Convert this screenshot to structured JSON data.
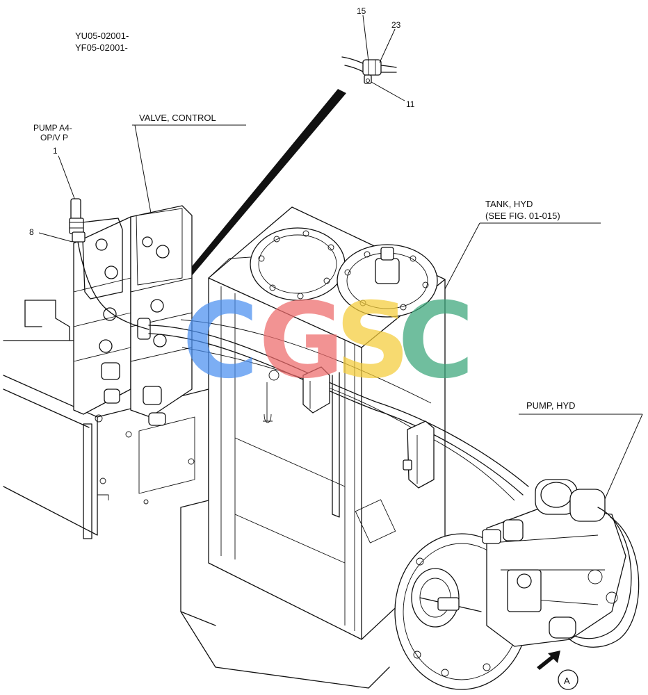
{
  "serials": [
    "YU05-02001-",
    "YF05-02001-"
  ],
  "callouts": {
    "item_15": "15",
    "item_23": "23",
    "item_11": "11",
    "item_1": "1",
    "item_8": "8"
  },
  "labels": {
    "pump_a4_line1": "PUMP A4-",
    "pump_a4_line2": "OP/V P",
    "valve_control": "VALVE, CONTROL",
    "tank_hyd_line1": "TANK, HYD",
    "tank_hyd_line2": "(SEE FIG. 01-015)",
    "pump_hyd": "PUMP, HYD",
    "view_a": "A"
  },
  "watermark": {
    "letters": [
      "C",
      "G",
      "S",
      "C"
    ],
    "colors": [
      "#4a8ff0",
      "#ee6a6a",
      "#f4cc3a",
      "#3aa67a"
    ]
  }
}
